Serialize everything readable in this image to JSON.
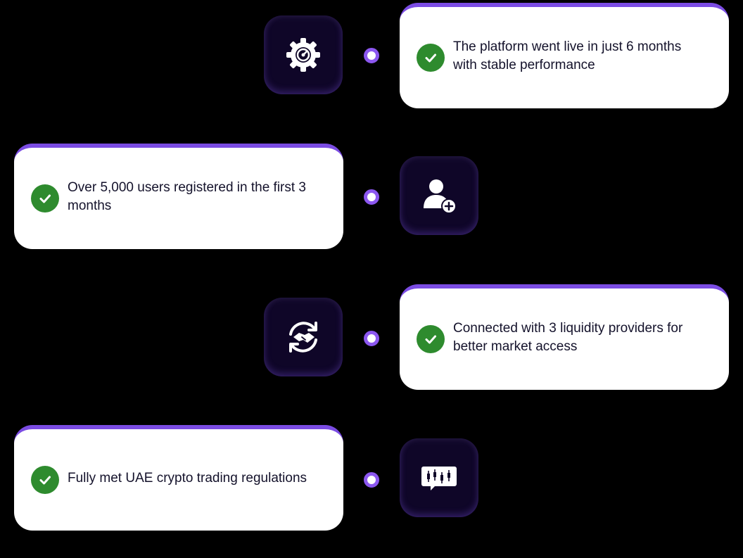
{
  "milestones": [
    {
      "text": "The platform went live in just 6 months with stable performance",
      "icon": "gear-gauge-icon"
    },
    {
      "text": "Over 5,000 users registered in the first 3 months",
      "icon": "add-user-icon"
    },
    {
      "text": "Connected with 3 liquidity providers for better market access",
      "icon": "handshake-sync-icon"
    },
    {
      "text": "Fully met UAE crypto trading regulations",
      "icon": "candlestick-chart-icon"
    }
  ],
  "colors": {
    "background": "#000000",
    "accent": "#7b4ce3",
    "check": "#2e8b2e",
    "tile": "#0f0628",
    "text": "#14122b"
  }
}
